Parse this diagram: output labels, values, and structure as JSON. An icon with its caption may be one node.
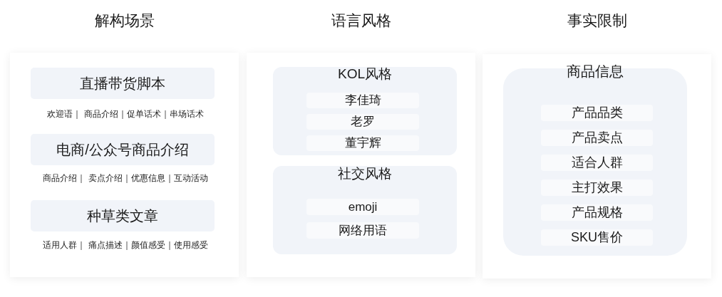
{
  "diagram": {
    "nodes": [
      {
        "text": [
          "解构场景"
        ]
      },
      {
        "text": [
          "直播带货脚本"
        ],
        "in": 0,
        "beside": [
          "欢迎语｜ 商品介绍｜促单话术｜串场话术"
        ]
      },
      {
        "text": [
          "电商/公众号商品介绍"
        ],
        "in": 0,
        "beside": [
          "商品介绍｜ 卖点介绍｜优惠信息｜互动活动"
        ]
      },
      {
        "text": [
          "种草类文章"
        ],
        "in": 0,
        "beside": [
          "适用人群｜ 痛点描述｜颜值感受｜使用感受"
        ]
      },
      {
        "text": [
          "语言风格"
        ]
      },
      {
        "text": [
          "KOL风格"
        ],
        "in": 4
      },
      {
        "text": [
          "李佳琦"
        ],
        "in": 5
      },
      {
        "text": [
          "老罗"
        ],
        "in": 5
      },
      {
        "text": [
          "董宇辉"
        ],
        "in": 5
      },
      {
        "text": [
          "社交风格"
        ],
        "in": 4
      },
      {
        "text": [
          "emoji"
        ],
        "in": 9
      },
      {
        "text": [
          "网络用语"
        ],
        "in": 9
      },
      {
        "text": [
          "事实限制"
        ]
      },
      {
        "text": [
          "商品信息"
        ],
        "in": 12
      },
      {
        "text": [
          "产品品类"
        ],
        "in": 13
      },
      {
        "text": [
          "产品卖点"
        ],
        "in": 13
      },
      {
        "text": [
          "适合人群"
        ],
        "in": 13
      },
      {
        "text": [
          "主打效果"
        ],
        "in": 13
      },
      {
        "text": [
          "产品规格"
        ],
        "in": 13
      },
      {
        "text": [
          "SKU售价"
        ],
        "in": 13
      }
    ]
  }
}
